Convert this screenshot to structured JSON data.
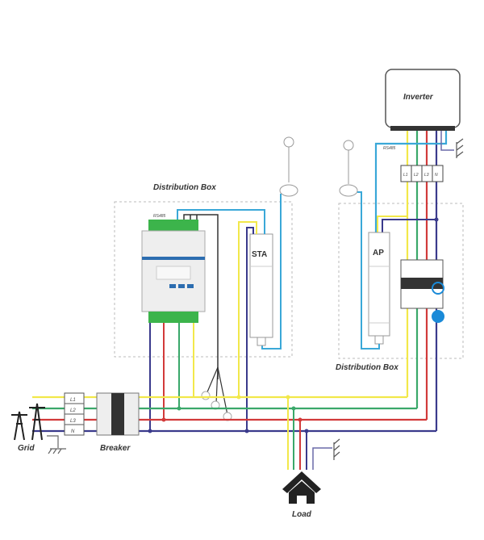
{
  "labels": {
    "inverter": "Inverter",
    "distribution_box_left": "Distribution Box",
    "distribution_box_right": "Distribution Box",
    "rs485_meter": "RS485",
    "rs485_inverter": "RS485",
    "sta": "STA",
    "ap": "AP",
    "grid": "Grid",
    "breaker": "Breaker",
    "load": "Load"
  },
  "terminals": {
    "grid_block": [
      "L1",
      "L2",
      "L3",
      "N"
    ],
    "inverter_block": [
      "L1",
      "L2",
      "L3",
      "N"
    ]
  },
  "wire_colors": {
    "L1": "#f2e84a",
    "L2": "#3aa86a",
    "L3": "#d23a3a",
    "N": "#3a3a8c",
    "rs485": "#3aa8d8",
    "ct": "#333333",
    "ground": "#6a6aa8"
  }
}
